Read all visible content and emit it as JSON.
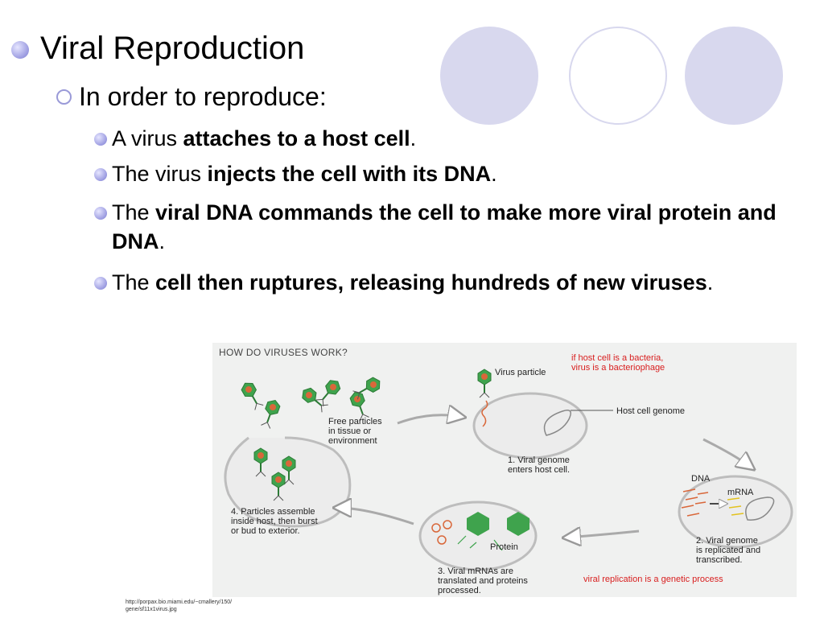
{
  "slide": {
    "title": "Viral Reproduction",
    "subtitle": "In order to reproduce:",
    "points": [
      {
        "pre": "A virus ",
        "bold": "attaches to a host cell",
        "post": "."
      },
      {
        "pre": "The virus ",
        "bold": "injects the cell with its DNA",
        "post": "."
      },
      {
        "pre": "The ",
        "bold": "viral DNA commands the cell to make more viral protein and DNA",
        "post": "."
      },
      {
        "pre": "The ",
        "bold": "cell then ruptures, releasing hundreds of new viruses",
        "post": "."
      }
    ]
  },
  "figure": {
    "heading": "HOW DO VIRUSES WORK?",
    "note_top": "if host cell is a bacteria,\nvirus is a bacteriophage",
    "note_bottom": "viral replication is a genetic process",
    "labels": {
      "virus_particle": "Virus particle",
      "host_genome": "Host cell genome",
      "free_particles": "Free particles\nin tissue or\nenvironment",
      "step1": "1. Viral genome\nenters host cell.",
      "dna": "DNA",
      "mrna": "mRNA",
      "step2": "2. Viral genome\nis replicated and\ntranscribed.",
      "protein": "Protein",
      "step3": "3. Viral mRNAs are\ntranslated and proteins\nprocessed.",
      "step4": "4. Particles assemble\ninside host, then burst\nor bud to exterior."
    }
  },
  "credit": "http://porpax.bio.miami.edu/~cmallery/150/\ngene/sf11x1virus.jpg",
  "colors": {
    "bullet": "#9a9ae0",
    "circle": "#d8d8ee",
    "virus": "#3fa34d",
    "note_red": "#d81e1e"
  }
}
